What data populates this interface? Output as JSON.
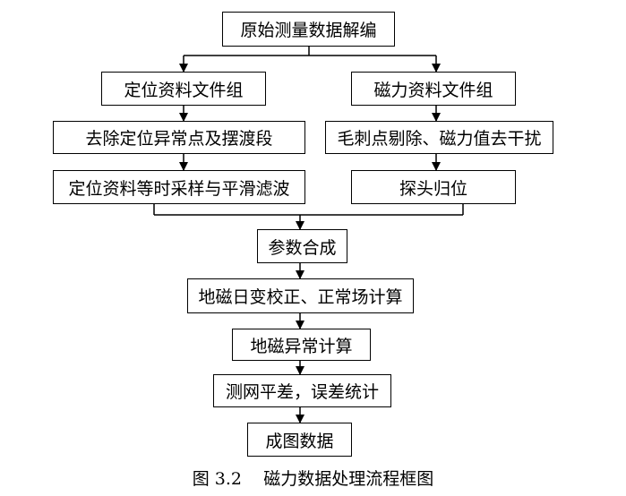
{
  "flowchart": {
    "raw_decode": "原始测量数据解编",
    "left_branch": {
      "step1": "定位资料文件组",
      "step2": "去除定位异常点及摆渡段",
      "step3": "定位资料等时采样与平滑滤波"
    },
    "right_branch": {
      "step1": "磁力资料文件组",
      "step2": "毛刺点剔除、磁力值去干扰",
      "step3": "探头归位"
    },
    "param_merge": "参数合成",
    "diurnal_correction": "地磁日变校正、正常场计算",
    "anomaly_calc": "地磁异常计算",
    "network_adjust": "测网平差，误差统计",
    "mapping_data": "成图数据"
  },
  "caption": {
    "figure_number": "图 3.2",
    "title": "磁力数据处理流程框图"
  }
}
